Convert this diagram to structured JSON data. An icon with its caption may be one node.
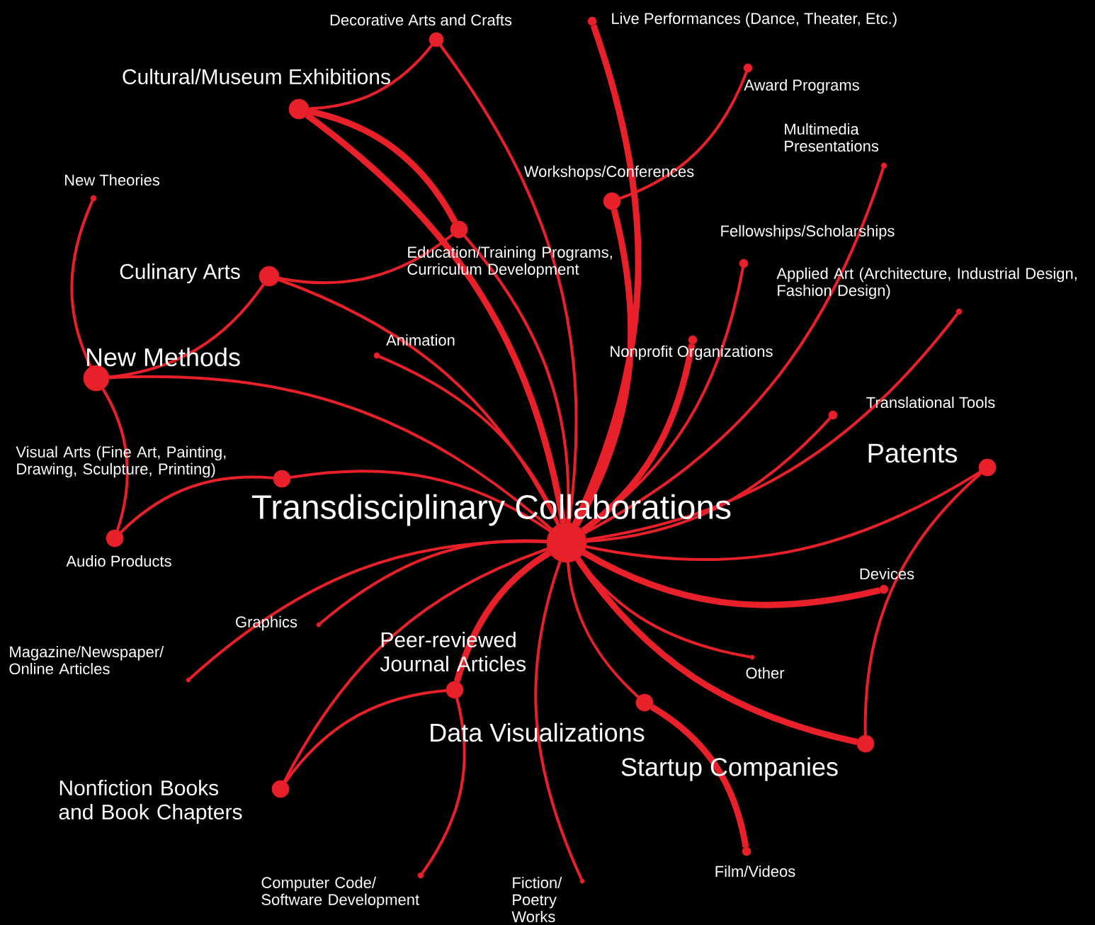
{
  "diagram": {
    "nodes": [
      {
        "text": [
          "Transdisciplinary Collaborations"
        ]
      },
      {
        "text": [
          "Decorative Arts and Crafts"
        ]
      },
      {
        "text": [
          "Live Performances (Dance, Theater, Etc.)"
        ]
      },
      {
        "text": [
          "Cultural/Museum Exhibitions"
        ]
      },
      {
        "text": [
          "Award Programs"
        ]
      },
      {
        "text": [
          "Multimedia Presentations"
        ]
      },
      {
        "text": [
          "New Theories"
        ]
      },
      {
        "text": [
          "Workshops/Conferences"
        ]
      },
      {
        "text": [
          "Culinary Arts"
        ]
      },
      {
        "text": [
          "Education/Training Programs, Curriculum Development"
        ]
      },
      {
        "text": [
          "Fellowships/Scholarships"
        ]
      },
      {
        "text": [
          "Applied Art (Architecture, Industrial Design, Fashion Design)"
        ]
      },
      {
        "text": [
          "New Methods"
        ]
      },
      {
        "text": [
          "Animation"
        ]
      },
      {
        "text": [
          "Nonprofit Organizations"
        ]
      },
      {
        "text": [
          "Translational Tools"
        ]
      },
      {
        "text": [
          "Patents"
        ]
      },
      {
        "text": [
          "Visual Arts (Fine Art, Painting, Drawing, Sculpture, Printing)"
        ]
      },
      {
        "text": [
          "Audio Products"
        ]
      },
      {
        "text": [
          "Devices"
        ]
      },
      {
        "text": [
          "Graphics"
        ]
      },
      {
        "text": [
          "Magazine/Newspaper/ Online Articles"
        ]
      },
      {
        "text": [
          "Peer-reviewed Journal Articles"
        ]
      },
      {
        "text": [
          "Other"
        ]
      },
      {
        "text": [
          "Data Visualizations"
        ]
      },
      {
        "text": [
          "Startup Companies"
        ]
      },
      {
        "text": [
          "Nonfiction Books and Book Chapters"
        ]
      },
      {
        "text": [
          "Computer Code/ Software Development"
        ]
      },
      {
        "text": [
          "Film/Videos"
        ]
      },
      {
        "text": [
          "Fiction/ Poetry Works"
        ]
      }
    ],
    "edges": [
      {
        "from": 0,
        "to": 1,
        "arrow": "none"
      },
      {
        "from": 0,
        "to": 2,
        "arrow": "none",
        "style": "thick"
      },
      {
        "from": 0,
        "to": 3,
        "arrow": "none",
        "style": "thick"
      },
      {
        "from": 0,
        "to": 5,
        "arrow": "none"
      },
      {
        "from": 0,
        "to": 7,
        "arrow": "none",
        "style": "thick"
      },
      {
        "from": 0,
        "to": 8,
        "arrow": "none"
      },
      {
        "from": 0,
        "to": 9,
        "arrow": "none"
      },
      {
        "from": 0,
        "to": 10,
        "arrow": "none"
      },
      {
        "from": 0,
        "to": 11,
        "arrow": "none"
      },
      {
        "from": 0,
        "to": 12,
        "arrow": "none"
      },
      {
        "from": 0,
        "to": 13,
        "arrow": "none"
      },
      {
        "from": 0,
        "to": 14,
        "arrow": "none",
        "style": "thick"
      },
      {
        "from": 0,
        "to": 15,
        "arrow": "none"
      },
      {
        "from": 0,
        "to": 16,
        "arrow": "none"
      },
      {
        "from": 0,
        "to": 17,
        "arrow": "none"
      },
      {
        "from": 0,
        "to": 19,
        "arrow": "none",
        "style": "thick"
      },
      {
        "from": 0,
        "to": 20,
        "arrow": "none"
      },
      {
        "from": 0,
        "to": 21,
        "arrow": "none"
      },
      {
        "from": 0,
        "to": 22,
        "arrow": "none",
        "style": "thick"
      },
      {
        "from": 0,
        "to": 23,
        "arrow": "none"
      },
      {
        "from": 0,
        "to": 24,
        "arrow": "none"
      },
      {
        "from": 0,
        "to": 25,
        "arrow": "none",
        "style": "thick"
      },
      {
        "from": 0,
        "to": 26,
        "arrow": "none"
      },
      {
        "from": 0,
        "to": 29,
        "arrow": "none"
      },
      {
        "from": 1,
        "to": 3,
        "arrow": "none"
      },
      {
        "from": 3,
        "to": 9,
        "arrow": "none",
        "style": "thick"
      },
      {
        "from": 9,
        "to": 8,
        "arrow": "none"
      },
      {
        "from": 8,
        "to": 12,
        "arrow": "none"
      },
      {
        "from": 12,
        "to": 6,
        "arrow": "none"
      },
      {
        "from": 12,
        "to": 18,
        "arrow": "none"
      },
      {
        "from": 18,
        "to": 17,
        "arrow": "none"
      },
      {
        "from": 4,
        "to": 7,
        "arrow": "none"
      },
      {
        "from": 26,
        "to": 22,
        "arrow": "none"
      },
      {
        "from": 22,
        "to": 27,
        "arrow": "none"
      },
      {
        "from": 24,
        "to": 28,
        "arrow": "none",
        "style": "thick"
      },
      {
        "from": 25,
        "to": 16,
        "arrow": "none"
      }
    ]
  }
}
